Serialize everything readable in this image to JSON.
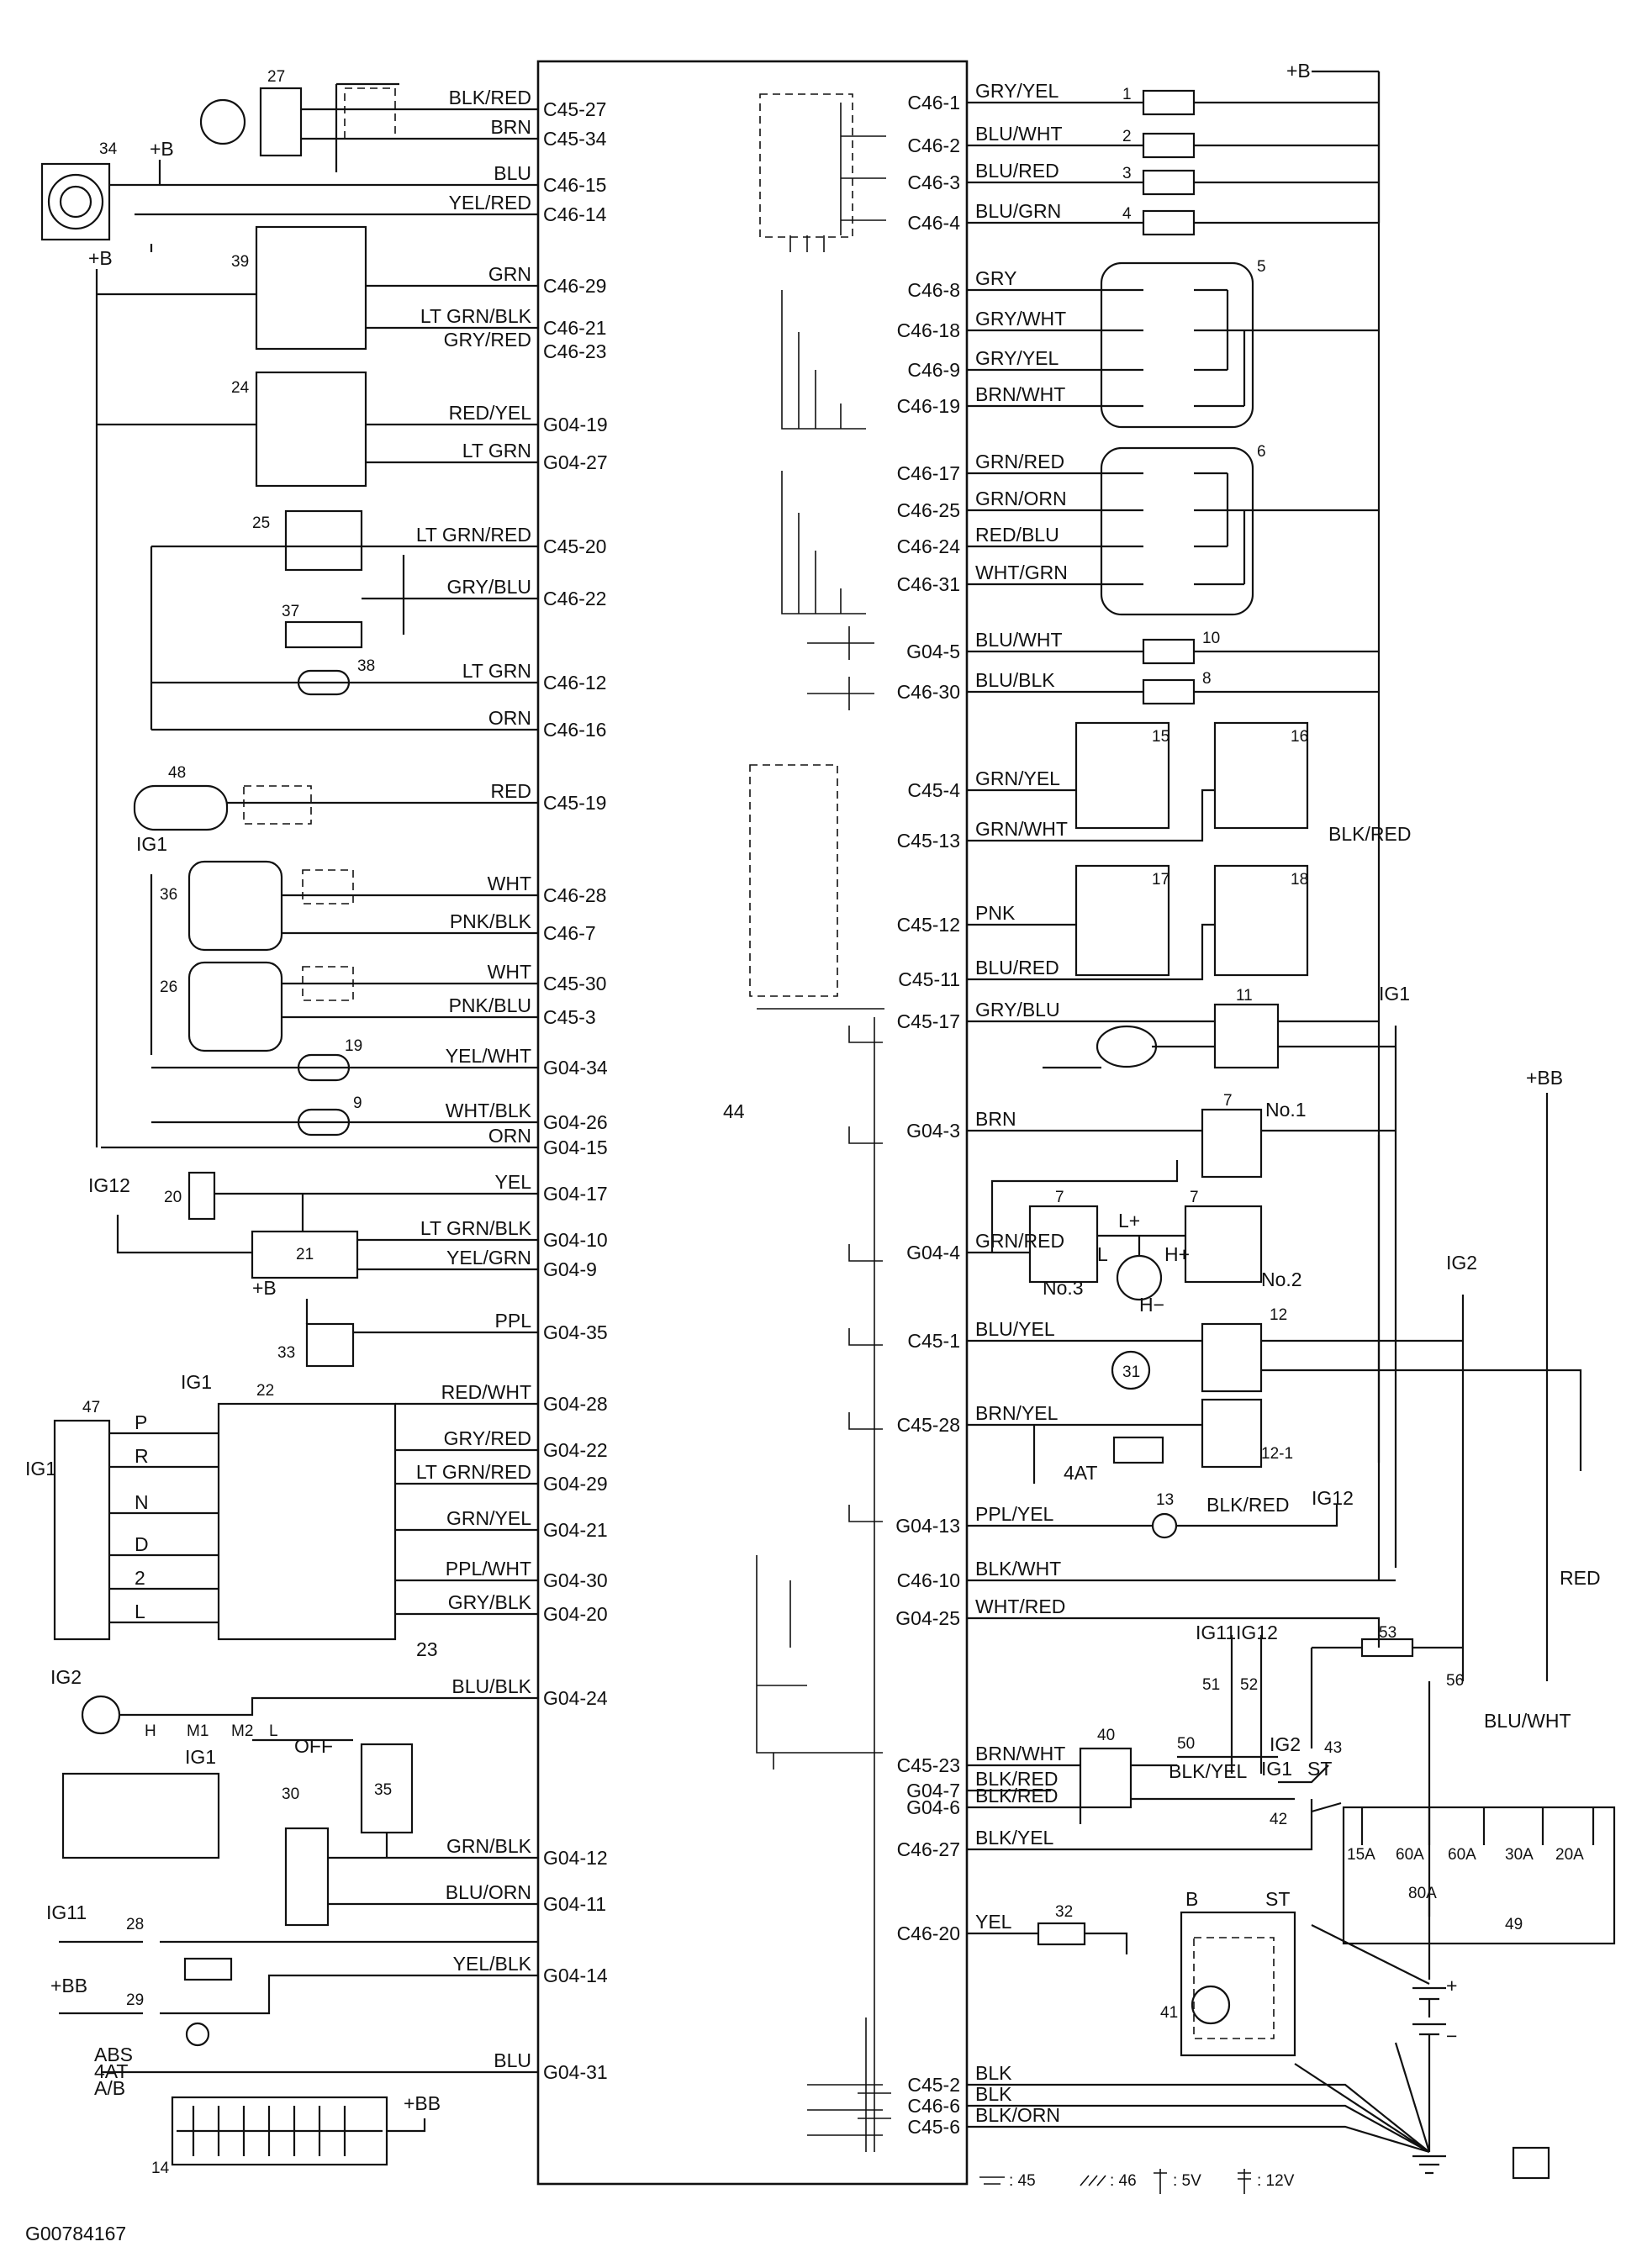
{
  "figure_id": "G00784167",
  "ecu_label": "44",
  "left_pins": [
    {
      "pin": "C45-27",
      "wire": "BLK/RED"
    },
    {
      "pin": "C45-34",
      "wire": "BRN"
    },
    {
      "pin": "C46-15",
      "wire": "BLU"
    },
    {
      "pin": "C46-14",
      "wire": "YEL/RED"
    },
    {
      "pin": "C46-29",
      "wire": "GRN"
    },
    {
      "pin": "C46-21",
      "wire": "LT GRN/BLK"
    },
    {
      "pin": "C46-23",
      "wire": "GRY/RED"
    },
    {
      "pin": "G04-19",
      "wire": "RED/YEL"
    },
    {
      "pin": "G04-27",
      "wire": "LT GRN"
    },
    {
      "pin": "C45-20",
      "wire": "LT GRN/RED"
    },
    {
      "pin": "C46-22",
      "wire": "GRY/BLU"
    },
    {
      "pin": "C46-12",
      "wire": "LT GRN"
    },
    {
      "pin": "C46-16",
      "wire": "ORN"
    },
    {
      "pin": "C45-19",
      "wire": "RED"
    },
    {
      "pin": "C46-28",
      "wire": "WHT"
    },
    {
      "pin": "C46-7",
      "wire": "PNK/BLK"
    },
    {
      "pin": "C45-30",
      "wire": "WHT"
    },
    {
      "pin": "C45-3",
      "wire": "PNK/BLU"
    },
    {
      "pin": "G04-34",
      "wire": "YEL/WHT"
    },
    {
      "pin": "G04-26",
      "wire": "WHT/BLK"
    },
    {
      "pin": "G04-15",
      "wire": "ORN"
    },
    {
      "pin": "G04-17",
      "wire": "YEL"
    },
    {
      "pin": "G04-10",
      "wire": "LT GRN/BLK"
    },
    {
      "pin": "G04-9",
      "wire": "YEL/GRN"
    },
    {
      "pin": "G04-35",
      "wire": "PPL"
    },
    {
      "pin": "G04-28",
      "wire": "RED/WHT"
    },
    {
      "pin": "G04-22",
      "wire": "GRY/RED"
    },
    {
      "pin": "G04-29",
      "wire": "LT GRN/RED"
    },
    {
      "pin": "G04-21",
      "wire": "GRN/YEL"
    },
    {
      "pin": "G04-30",
      "wire": "PPL/WHT"
    },
    {
      "pin": "G04-20",
      "wire": "GRY/BLK"
    },
    {
      "pin": "G04-24",
      "wire": "BLU/BLK"
    },
    {
      "pin": "G04-12",
      "wire": "GRN/BLK"
    },
    {
      "pin": "G04-11",
      "wire": "BLU/ORN"
    },
    {
      "pin": "G04-14",
      "wire": "YEL/BLK"
    },
    {
      "pin": "G04-31",
      "wire": "BLU"
    }
  ],
  "right_pins": [
    {
      "pin": "C46-1",
      "wire": "GRY/YEL"
    },
    {
      "pin": "C46-2",
      "wire": "BLU/WHT"
    },
    {
      "pin": "C46-3",
      "wire": "BLU/RED"
    },
    {
      "pin": "C46-4",
      "wire": "BLU/GRN"
    },
    {
      "pin": "C46-8",
      "wire": "GRY"
    },
    {
      "pin": "C46-18",
      "wire": "GRY/WHT"
    },
    {
      "pin": "C46-9",
      "wire": "GRY/YEL"
    },
    {
      "pin": "C46-19",
      "wire": "BRN/WHT"
    },
    {
      "pin": "C46-17",
      "wire": "GRN/RED"
    },
    {
      "pin": "C46-25",
      "wire": "GRN/ORN"
    },
    {
      "pin": "C46-24",
      "wire": "RED/BLU"
    },
    {
      "pin": "C46-31",
      "wire": "WHT/GRN"
    },
    {
      "pin": "G04-5",
      "wire": "BLU/WHT"
    },
    {
      "pin": "C46-30",
      "wire": "BLU/BLK"
    },
    {
      "pin": "C45-4",
      "wire": "GRN/YEL"
    },
    {
      "pin": "C45-13",
      "wire": "GRN/WHT"
    },
    {
      "pin": "C45-12",
      "wire": "PNK"
    },
    {
      "pin": "C45-11",
      "wire": "BLU/RED"
    },
    {
      "pin": "C45-17",
      "wire": "GRY/BLU"
    },
    {
      "pin": "G04-3",
      "wire": "BRN"
    },
    {
      "pin": "G04-4",
      "wire": "GRN/RED"
    },
    {
      "pin": "C45-1",
      "wire": "BLU/YEL"
    },
    {
      "pin": "C45-28",
      "wire": "BRN/YEL"
    },
    {
      "pin": "G04-13",
      "wire": "PPL/YEL"
    },
    {
      "pin": "C46-10",
      "wire": "BLK/WHT"
    },
    {
      "pin": "G04-25",
      "wire": "WHT/RED"
    },
    {
      "pin": "C45-23",
      "wire": "BRN/WHT"
    },
    {
      "pin": "G04-7",
      "wire": "BLK/RED"
    },
    {
      "pin": "G04-6",
      "wire": "BLK/RED"
    },
    {
      "pin": "C46-27",
      "wire": "BLK/YEL"
    },
    {
      "pin": "C46-20",
      "wire": "YEL"
    },
    {
      "pin": "C45-2",
      "wire": "BLK"
    },
    {
      "pin": "C46-6",
      "wire": "BLK"
    },
    {
      "pin": "C45-6",
      "wire": "BLK/ORN"
    }
  ],
  "left_components": [
    "27",
    "34",
    "39",
    "24",
    "25",
    "37",
    "38",
    "48",
    "36",
    "26",
    "19",
    "9",
    "20",
    "21",
    "33",
    "47",
    "22",
    "30",
    "35",
    "28",
    "29",
    "14"
  ],
  "right_components": [
    "1",
    "2",
    "3",
    "4",
    "5",
    "6",
    "10",
    "8",
    "15",
    "16",
    "17",
    "18",
    "11",
    "7",
    "12",
    "31",
    "12-1",
    "13",
    "53",
    "51",
    "52",
    "56",
    "43",
    "50",
    "40",
    "42",
    "49",
    "32",
    "41"
  ],
  "labels": {
    "plus_b": "+B",
    "plus_bb": "+BB",
    "ig1": "IG1",
    "ig2": "IG2",
    "ig11": "IG11",
    "ig12": "IG12",
    "blk_red_bus": "BLK/RED",
    "red_bus": "RED",
    "blu_wht_bus": "BLU/WHT",
    "blk_red_ig12": "BLK/RED",
    "blk_yel_ign": "BLK/YEL",
    "no1": "No.1",
    "no2": "No.2",
    "no3": "No.3",
    "four_at": "4AT",
    "abs_4at_ab": [
      "ABS",
      "4AT",
      "A/B"
    ],
    "off": "OFF",
    "st": "ST",
    "b": "B",
    "motor_l_plus": "L+",
    "motor_h_plus": "H+",
    "motor_l": "L",
    "motor_h_minus": "H−",
    "pos_terminal": "+",
    "neg_terminal": "−",
    "shift_positions": [
      "P",
      "R",
      "N",
      "D",
      "2",
      "L"
    ],
    "fan_speeds": [
      "H",
      "M1",
      "M2",
      "L"
    ],
    "ref_23": "23",
    "fuse_ratings": [
      "15A",
      "60A",
      "60A",
      "30A",
      "20A",
      "80A"
    ]
  },
  "legend": [
    {
      "symbol": "ground-45",
      "text": ": 45"
    },
    {
      "symbol": "ground-46",
      "text": ": 46"
    },
    {
      "symbol": "pullup-5v",
      "text": ": 5V"
    },
    {
      "symbol": "pullup-12v",
      "text": ": 12V"
    }
  ]
}
